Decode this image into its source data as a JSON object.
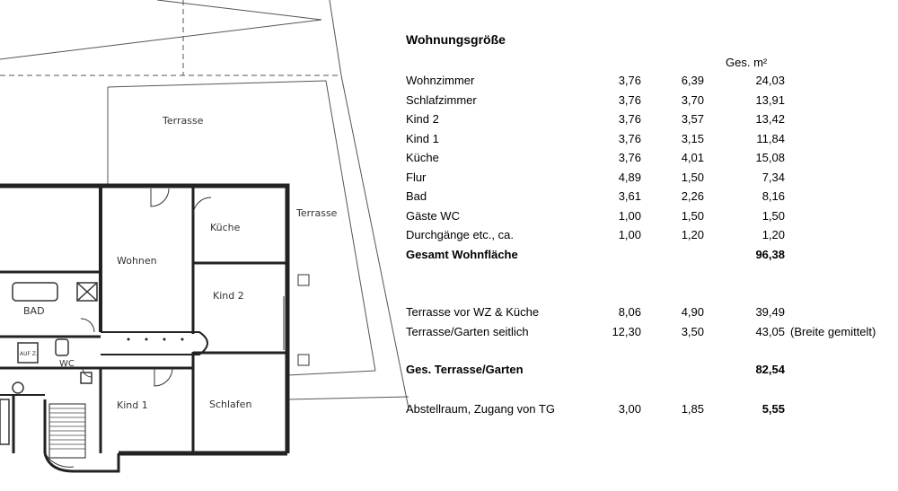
{
  "plan": {
    "rooms": {
      "terrasse_top": "Terrasse",
      "terrasse_side": "Terrasse",
      "kueche": "Küche",
      "wohnen": "Wohnen",
      "kind2": "Kind 2",
      "bad": "BAD",
      "wc": "WC",
      "aufz": "AUF Z.",
      "kind1": "Kind 1",
      "schlafen": "Schlafen"
    }
  },
  "table": {
    "title": "Wohnungsgröße",
    "unit_header": "Ges. m²",
    "rooms": [
      {
        "label": "Wohnzimmer",
        "a": "3,76",
        "b": "6,39",
        "total": "24,03"
      },
      {
        "label": "Schlafzimmer",
        "a": "3,76",
        "b": "3,70",
        "total": "13,91"
      },
      {
        "label": "Kind 2",
        "a": "3,76",
        "b": "3,57",
        "total": "13,42"
      },
      {
        "label": "Kind 1",
        "a": "3,76",
        "b": "3,15",
        "total": "11,84"
      },
      {
        "label": "Küche",
        "a": "3,76",
        "b": "4,01",
        "total": "15,08"
      },
      {
        "label": "Flur",
        "a": "4,89",
        "b": "1,50",
        "total": "7,34"
      },
      {
        "label": "Bad",
        "a": "3,61",
        "b": "2,26",
        "total": "8,16"
      },
      {
        "label": "Gäste WC",
        "a": "1,00",
        "b": "1,50",
        "total": "1,50"
      },
      {
        "label": "Durchgänge etc., ca.",
        "a": "1,00",
        "b": "1,20",
        "total": "1,20"
      }
    ],
    "living_total": {
      "label": "Gesamt Wohnfläche",
      "total": "96,38"
    },
    "terraces": [
      {
        "label": "Terrasse vor WZ & Küche",
        "a": "8,06",
        "b": "4,90",
        "total": "39,49",
        "note": ""
      },
      {
        "label": "Terrasse/Garten seitlich",
        "a": "12,30",
        "b": "3,50",
        "total": "43,05",
        "note": "(Breite gemittelt)"
      }
    ],
    "terrace_total": {
      "label": "Ges. Terrasse/Garten",
      "total": "82,54"
    },
    "storage": {
      "label": "Abstellraum, Zugang von TG",
      "a": "3,00",
      "b": "1,85",
      "total": "5,55"
    }
  }
}
